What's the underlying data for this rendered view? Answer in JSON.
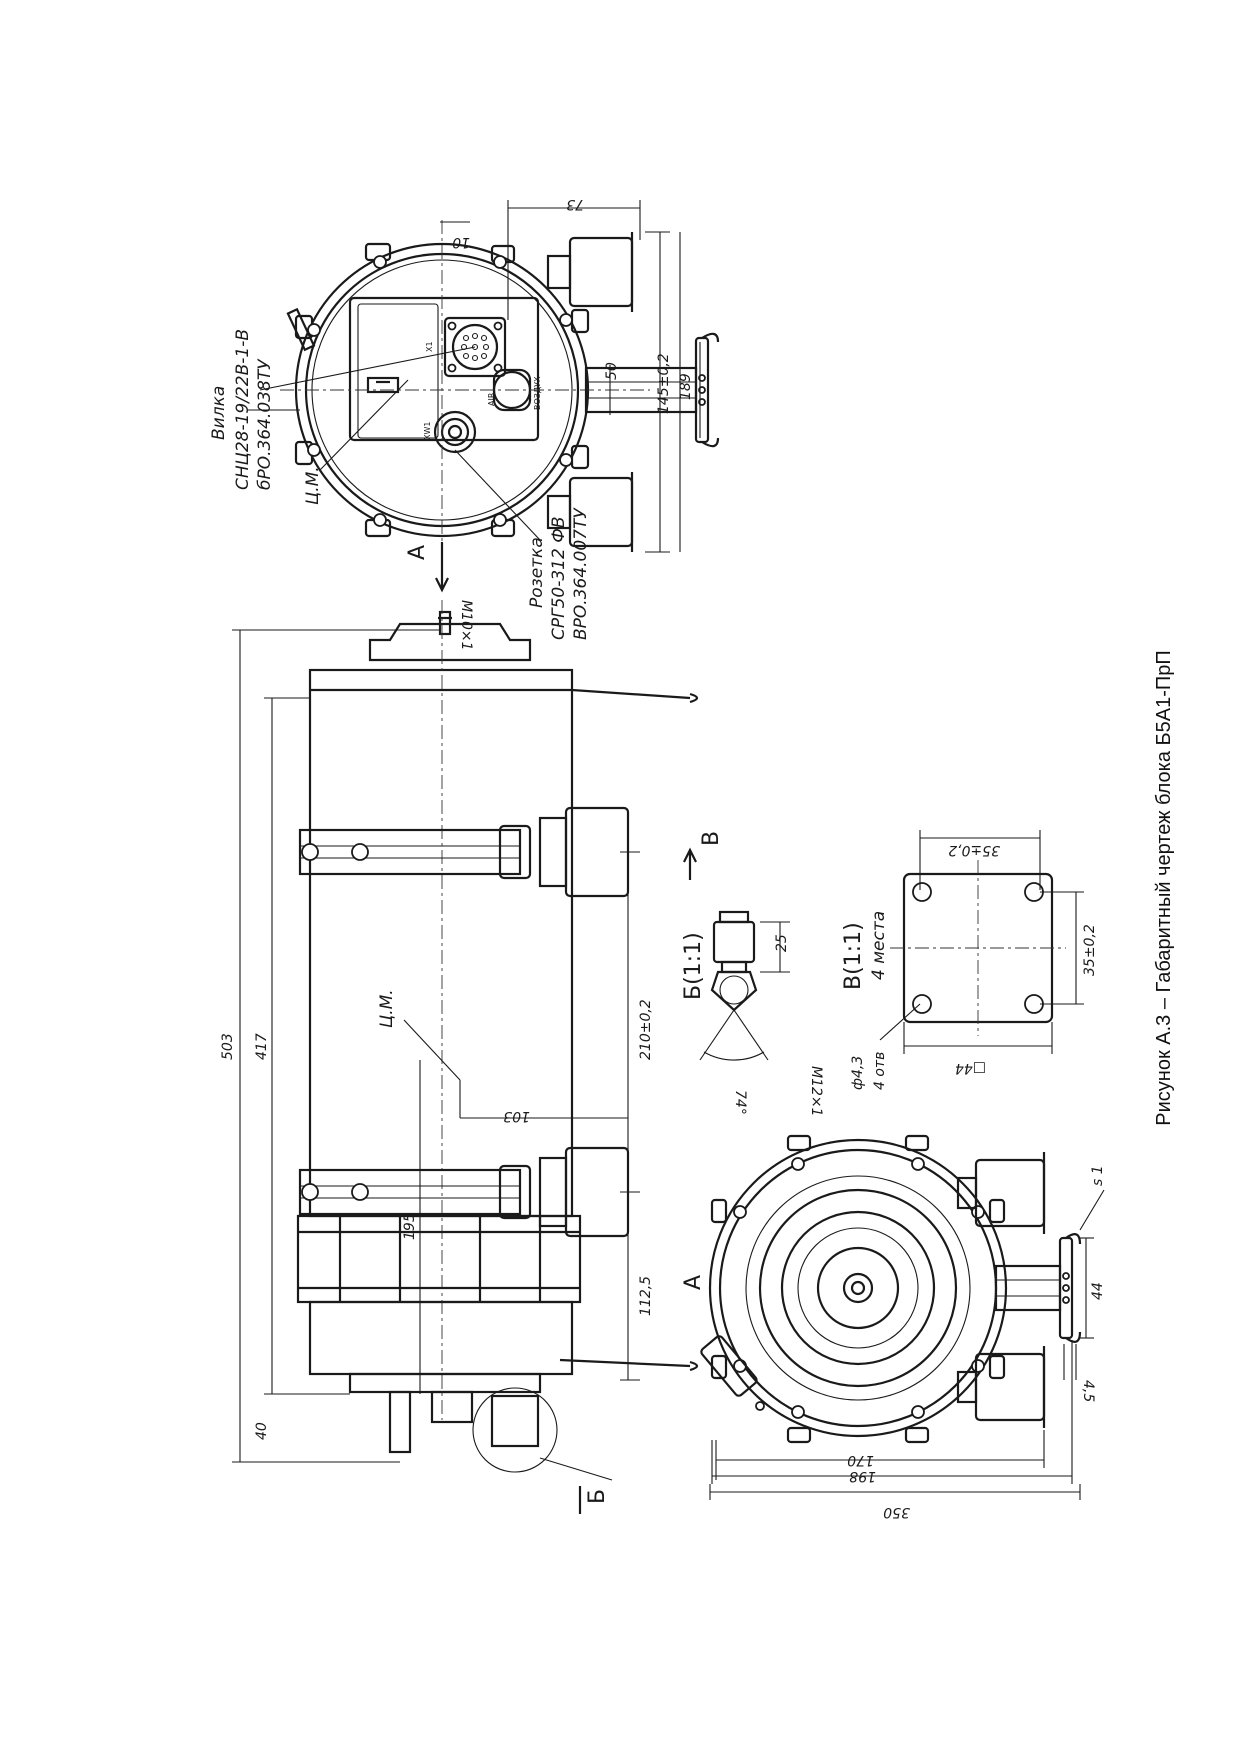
{
  "caption": "Рисунок А.3 – Габаритный чертеж блока Б5А1-ПрП",
  "top_view": {
    "view_label": "А",
    "dims": {
      "d10": "10",
      "d73": "73",
      "d50": "50",
      "d145": "145±0,2",
      "d189": "189"
    },
    "plug_callout": {
      "line1": "Вилка",
      "line2": "СНЦ28-19/22В-1-В",
      "line3": "бРО.364.038ТУ"
    },
    "cm_label": "Ц.М.",
    "socket_callout": {
      "line1": "Розетка",
      "line2": "СРГ50-312 ФВ",
      "line3": "ВРО.364.007ТУ"
    },
    "thread_label": "М10×1",
    "connector_x1": "X1",
    "connector_xw1": "XW1",
    "air_en": "AIR",
    "air_ru": "ВОЗДУХ"
  },
  "side_view": {
    "dims": {
      "d503": "503",
      "d417": "417",
      "d40": "40",
      "d195": "195",
      "d103": "103",
      "d210": "210±0,2",
      "d1125": "112,5"
    },
    "cm_label": "Ц.М.",
    "view_b_marker": "В",
    "view_a_marker": "А",
    "detail_marker": "Б"
  },
  "detail_b": {
    "title": "Б(1:1)",
    "d25": "25",
    "thread": "М12×1",
    "angle": "74°"
  },
  "detail_v": {
    "title": "В(1:1)",
    "places": "4 места",
    "d35a": "35±0,2",
    "d35b": "35±0,2",
    "hole": "ф4,3",
    "holes": "4 отв",
    "sq": "□44"
  },
  "bottom_view": {
    "d170": "170",
    "d198": "198",
    "d350": "350",
    "d44": "44",
    "d45": "4,5",
    "s1": "s 1"
  }
}
